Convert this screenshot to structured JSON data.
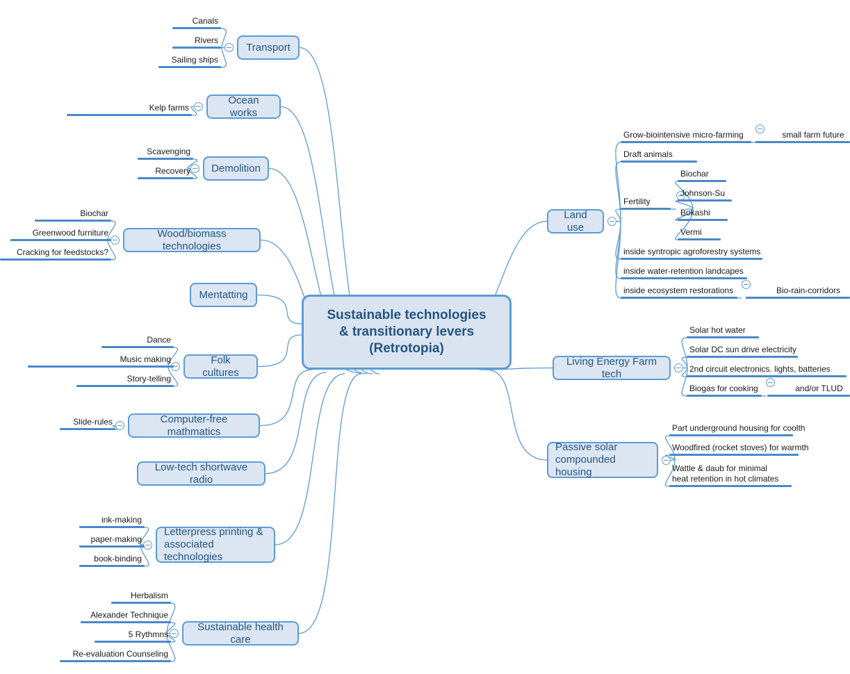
{
  "diagram": {
    "type": "mind-map",
    "title": "Sustainable technologies & transitionary levers (Retrotopia)",
    "colors": {
      "node_fill": "#dce6f3",
      "node_border": "#5b9bd5",
      "node_text": "#24557f",
      "branch_line": "#5b9bd5",
      "underline_bar": "#4a89c8",
      "sub_text": "#17181a",
      "background": "#ffffff"
    }
  },
  "center": {
    "text": "Sustainable technologies\n& transitionary levers\n(Retrotopia)"
  },
  "branches": {
    "left": [
      {
        "label": "Transport",
        "has_toggle": true,
        "children": [
          {
            "label": "Canals"
          },
          {
            "label": "Rivers"
          },
          {
            "label": "Sailing ships"
          }
        ]
      },
      {
        "label": "Ocean works",
        "has_toggle": true,
        "children": [
          {
            "label": "Kelp farms"
          }
        ]
      },
      {
        "label": "Demolition",
        "has_toggle": true,
        "children": [
          {
            "label": "Scavenging"
          },
          {
            "label": "Recovery"
          }
        ]
      },
      {
        "label": "Wood/biomass technologies",
        "has_toggle": true,
        "children": [
          {
            "label": "Biochar"
          },
          {
            "label": "Greenwood furniture"
          },
          {
            "label": "Cracking for feedstocks?"
          }
        ]
      },
      {
        "label": "Mentatting",
        "has_toggle": false,
        "children": []
      },
      {
        "label": "Folk cultures",
        "has_toggle": true,
        "children": [
          {
            "label": "Dance"
          },
          {
            "label": "Music making"
          },
          {
            "label": "Story-telling"
          }
        ]
      },
      {
        "label": "Computer-free mathmatics",
        "has_toggle": true,
        "children": [
          {
            "label": "Slide-rules"
          }
        ]
      },
      {
        "label": "Low-tech shortwave radio",
        "has_toggle": false,
        "children": []
      },
      {
        "label": "Letterpress printing &\nassociated technologies",
        "has_toggle": true,
        "children": [
          {
            "label": "ink-making"
          },
          {
            "label": "paper-making"
          },
          {
            "label": "book-binding"
          }
        ]
      },
      {
        "label": "Sustainable health care",
        "has_toggle": true,
        "children": [
          {
            "label": "Herbalism"
          },
          {
            "label": "Alexander Technique"
          },
          {
            "label": "5 Rythmns"
          },
          {
            "label": "Re-evaluation Counseling"
          }
        ]
      }
    ],
    "right": [
      {
        "label": "Land use",
        "has_toggle": true,
        "children": [
          {
            "label": "Grow-biointensive micro-farming",
            "has_toggle": true,
            "children": [
              {
                "label": "small farm future"
              }
            ]
          },
          {
            "label": "Draft animals",
            "has_toggle": false,
            "children": []
          },
          {
            "label": "Fertility",
            "has_toggle": true,
            "children": [
              {
                "label": "Biochar"
              },
              {
                "label": "Johnson-Su"
              },
              {
                "label": "Bokashi"
              },
              {
                "label": "Vermi"
              }
            ]
          },
          {
            "label": "inside syntropic agroforestry systems",
            "has_toggle": false,
            "children": []
          },
          {
            "label": "inside water-retention landcapes",
            "has_toggle": false,
            "children": []
          },
          {
            "label": "inside ecosystem restorations",
            "has_toggle": true,
            "children": [
              {
                "label": "Bio-rain-corridors"
              }
            ]
          }
        ]
      },
      {
        "label": "Living Energy Farm tech",
        "has_toggle": true,
        "children": [
          {
            "label": "Solar hot water",
            "has_toggle": false,
            "children": []
          },
          {
            "label": "Solar DC sun drive electricity",
            "has_toggle": false,
            "children": []
          },
          {
            "label": "2nd circuit electronics. lights, batteries",
            "has_toggle": false,
            "children": []
          },
          {
            "label": "Biogas for cooking",
            "has_toggle": true,
            "children": [
              {
                "label": "and/or TLUD"
              }
            ]
          }
        ]
      },
      {
        "label": "Passive solar\ncompounded housing",
        "has_toggle": true,
        "children": [
          {
            "label": "Part underground housing for coolth",
            "has_toggle": false,
            "children": []
          },
          {
            "label": "Woodfired (rocket stoves) for warmth",
            "has_toggle": false,
            "children": []
          },
          {
            "label": "Wattle & daub for minimal\nheat retention in hot climates",
            "has_toggle": false,
            "children": []
          }
        ]
      }
    ]
  }
}
